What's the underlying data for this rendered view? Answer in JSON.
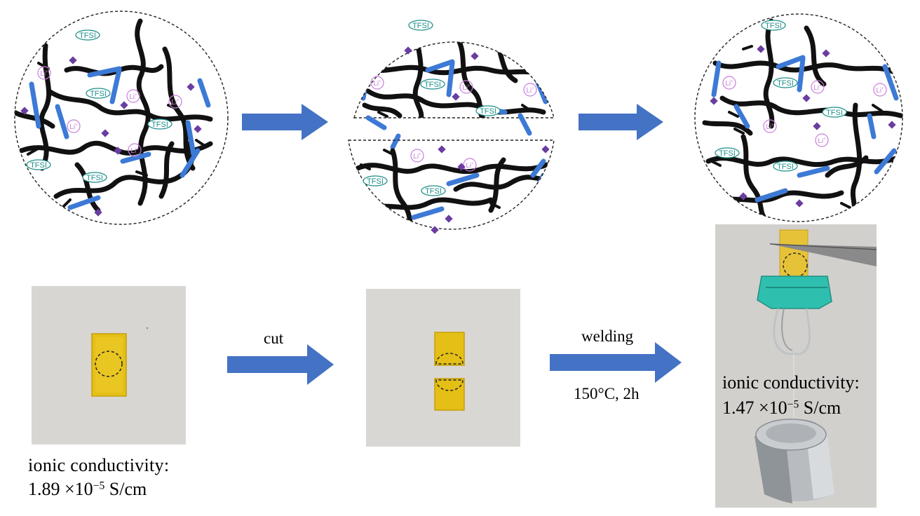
{
  "labels": {
    "anion": "TFSI",
    "cation": "Li",
    "cation_sup": "+"
  },
  "process": {
    "cut_label": "cut",
    "welding_label": "welding",
    "welding_condition": "150°C, 2h"
  },
  "sample_before": {
    "conductivity_label": "ionic conductivity:",
    "conductivity_value": "1.89 ×10",
    "conductivity_exp": "−5",
    "conductivity_unit": " S/cm"
  },
  "sample_after": {
    "conductivity_label": "ionic conductivity:",
    "conductivity_value": "1.47 ×10",
    "conductivity_exp": "−5",
    "conductivity_unit": " S/cm"
  },
  "colors": {
    "arrow": "#4472c4",
    "chain": "#111111",
    "dynamic_bond": "#3d7ad6",
    "anion": "#1f8f8a",
    "cation": "#c77ddc",
    "dot": "#6a3da0"
  }
}
